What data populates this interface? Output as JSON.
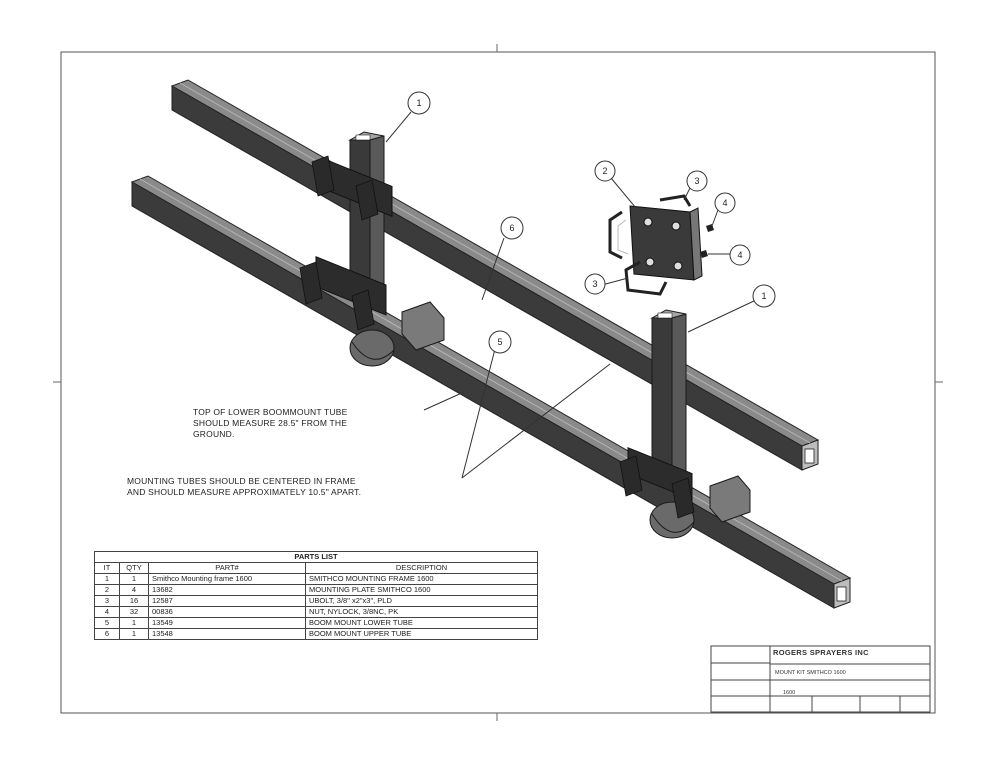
{
  "callouts": [
    {
      "number": "1"
    },
    {
      "number": "2"
    },
    {
      "number": "3"
    },
    {
      "number": "4"
    },
    {
      "number": "4"
    },
    {
      "number": "3"
    },
    {
      "number": "6"
    },
    {
      "number": "5"
    },
    {
      "number": "1"
    }
  ],
  "notes": {
    "boom_height": "TOP OF LOWER BOOMMOUNT TUBE\nSHOULD MEASURE 28.5\" FROM THE\nGROUND.",
    "tube_spacing": "MOUNTING TUBES SHOULD BE CENTERED IN FRAME\nAND SHOULD MEASURE APPROXIMATELY 10.5\" APART."
  },
  "parts_list": {
    "title": "PARTS LIST",
    "headers": [
      "IT",
      "QTY",
      "PART#",
      "DESCRIPTION"
    ],
    "rows": [
      [
        "1",
        "1",
        "Smithco Mounting frame 1600",
        "SMITHCO MOUNTING FRAME 1600"
      ],
      [
        "2",
        "4",
        "13682",
        "MOUNTING PLATE SMITHCO 1600"
      ],
      [
        "3",
        "16",
        "12587",
        "UBOLT, 3/8\" x2\"x3\", PLD"
      ],
      [
        "4",
        "32",
        "00836",
        "NUT, NYLOCK, 3/8NC, PK"
      ],
      [
        "5",
        "1",
        "13549",
        "BOOM MOUNT LOWER TUBE"
      ],
      [
        "6",
        "1",
        "13548",
        "BOOM MOUNT UPPER TUBE"
      ]
    ]
  },
  "title_block": {
    "company": "ROGERS SPRAYERS INC",
    "drawing_title": "MOUNT KIT SMITHCO 1600",
    "drawing_number": "1600"
  },
  "colors": {
    "steel_top": "#6e6e6e",
    "steel_front": "#3a3a3a",
    "steel_dark": "#222222",
    "line": "#333333"
  }
}
